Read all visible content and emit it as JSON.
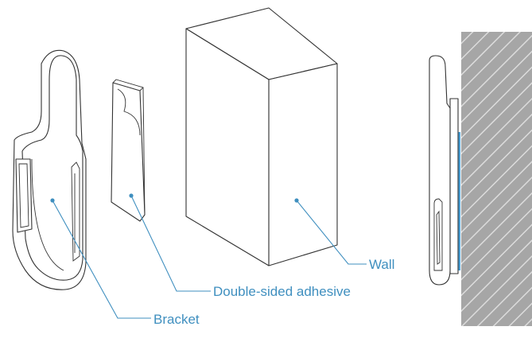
{
  "labels": {
    "wall": "Wall",
    "adhesive": "Double-sided adhesive",
    "bracket": "Bracket"
  },
  "colors": {
    "leader": "#3f8fbf",
    "outline": "#333333",
    "wall_fill": "#a6a6a6",
    "wall_hatch": "#d9d9d9",
    "adhesive_strip": "#4a9fd4"
  }
}
